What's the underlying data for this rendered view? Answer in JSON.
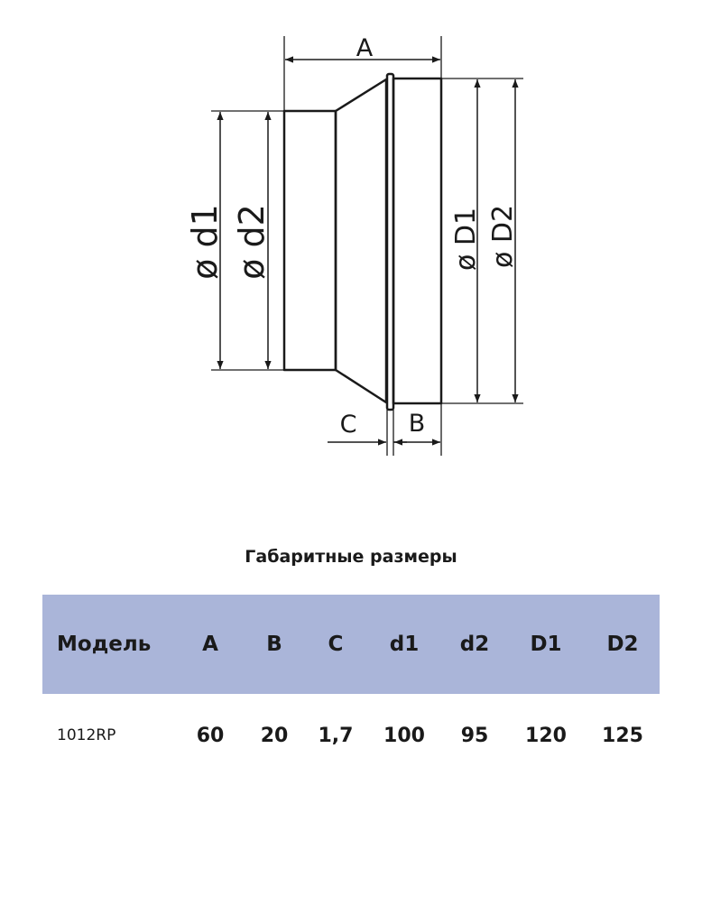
{
  "drawing": {
    "labels": {
      "A": "A",
      "B": "B",
      "C": "C",
      "d1": "ø d1",
      "d2": "ø d2",
      "D1": "ø D1",
      "D2": "ø D2"
    }
  },
  "table": {
    "title": "Габаритные размеры",
    "headers": [
      "Модель",
      "A",
      "B",
      "C",
      "d1",
      "d2",
      "D1",
      "D2"
    ],
    "rows": [
      [
        "1012RP",
        "60",
        "20",
        "1,7",
        "100",
        "95",
        "120",
        "125"
      ]
    ]
  }
}
